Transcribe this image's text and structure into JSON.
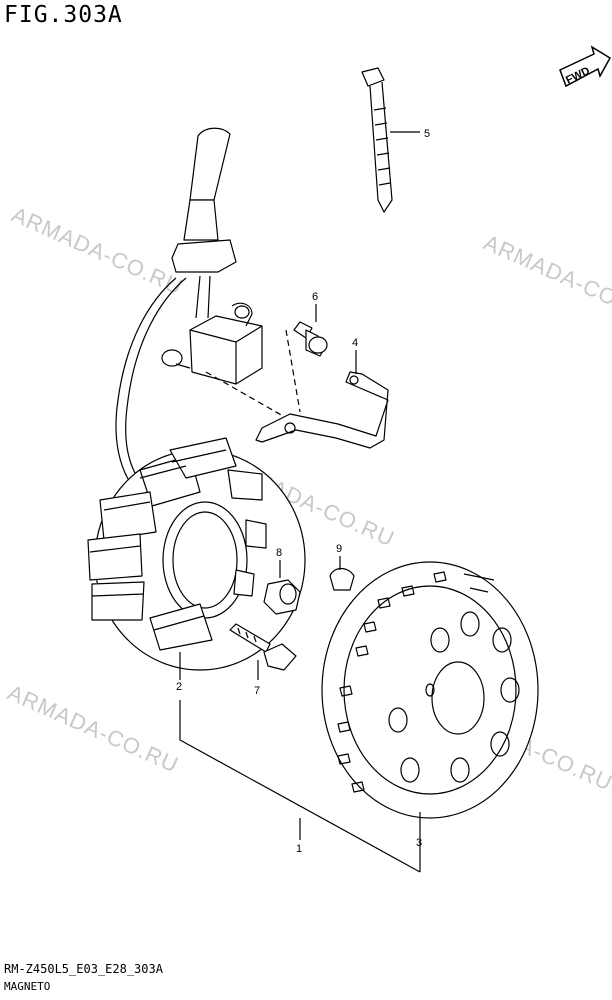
{
  "figure": {
    "title": "FIG.303A",
    "code": "RM-Z450L5_E03_E28_303A",
    "name": "MAGNETO"
  },
  "direction_label": "FWD",
  "watermark": "ARMADA-CO.RU",
  "callouts": [
    "1",
    "2",
    "3",
    "4",
    "5",
    "6",
    "7",
    "8",
    "9"
  ],
  "colors": {
    "line": "#000000",
    "watermark": "#c8c8c8",
    "background": "#ffffff"
  }
}
